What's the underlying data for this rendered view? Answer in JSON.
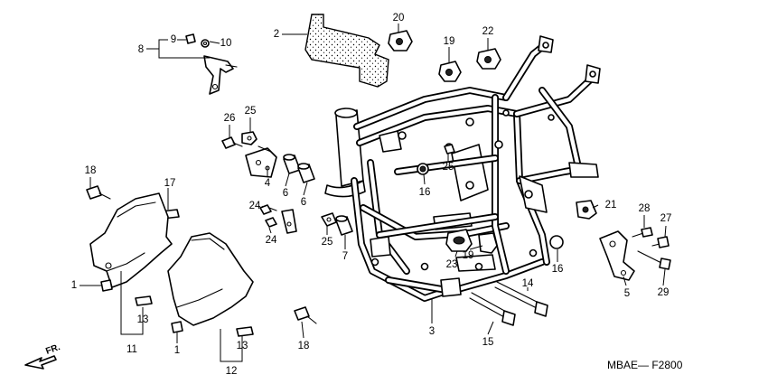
{
  "diagram_code": "MBAE— F2800",
  "front_marker": "FR.",
  "callouts": [
    {
      "id": "c2",
      "text": "2"
    },
    {
      "id": "c8",
      "text": "8"
    },
    {
      "id": "c9",
      "text": "9"
    },
    {
      "id": "c10",
      "text": "10"
    },
    {
      "id": "c20",
      "text": "20"
    },
    {
      "id": "c19a",
      "text": "19"
    },
    {
      "id": "c22",
      "text": "22"
    },
    {
      "id": "c26",
      "text": "26"
    },
    {
      "id": "c25a",
      "text": "25"
    },
    {
      "id": "c4",
      "text": "4"
    },
    {
      "id": "c6a",
      "text": "6"
    },
    {
      "id": "c6b",
      "text": "6"
    },
    {
      "id": "c18a",
      "text": "18"
    },
    {
      "id": "c17",
      "text": "17"
    },
    {
      "id": "c24a",
      "text": "24"
    },
    {
      "id": "c24b",
      "text": "24"
    },
    {
      "id": "c25b",
      "text": "25"
    },
    {
      "id": "c7",
      "text": "7"
    },
    {
      "id": "c16a",
      "text": "16"
    },
    {
      "id": "c25c",
      "text": "25"
    },
    {
      "id": "c21",
      "text": "21"
    },
    {
      "id": "c28",
      "text": "28"
    },
    {
      "id": "c27",
      "text": "27"
    },
    {
      "id": "c23",
      "text": "23"
    },
    {
      "id": "c19b",
      "text": "19"
    },
    {
      "id": "c16b",
      "text": "16"
    },
    {
      "id": "c5",
      "text": "5"
    },
    {
      "id": "c29",
      "text": "29"
    },
    {
      "id": "c14",
      "text": "14"
    },
    {
      "id": "c1a",
      "text": "1"
    },
    {
      "id": "c13a",
      "text": "13"
    },
    {
      "id": "c11",
      "text": "11"
    },
    {
      "id": "c3",
      "text": "3"
    },
    {
      "id": "c15",
      "text": "15"
    },
    {
      "id": "c18b",
      "text": "18"
    },
    {
      "id": "c1b",
      "text": "1"
    },
    {
      "id": "c13b",
      "text": "13"
    },
    {
      "id": "c12",
      "text": "12"
    }
  ]
}
